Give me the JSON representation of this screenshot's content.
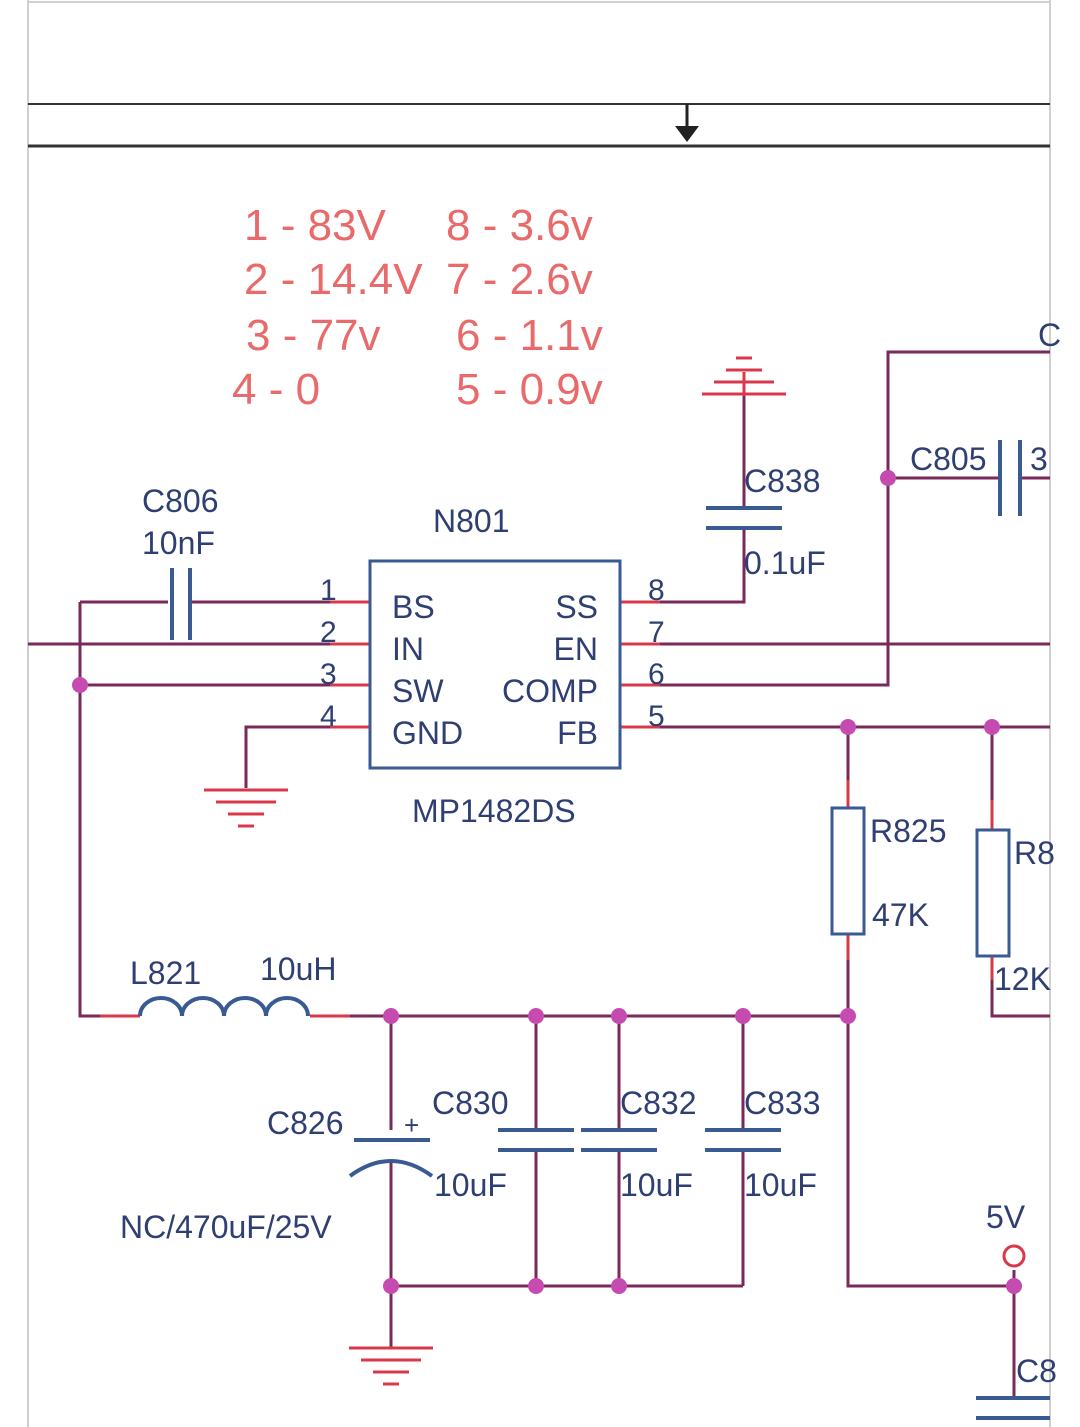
{
  "colors": {
    "wire_purple": "#7a2a5a",
    "wire_red": "#d9384a",
    "component_blue": "#3a5a94",
    "junction": "#c64bb0",
    "label_text": "#2f3f72",
    "note_text": "#e86a6a"
  },
  "voltage_notes": {
    "left": [
      "1 - 83V",
      "2 - 14.4V",
      "3 - 77v",
      "4 - 0"
    ],
    "right": [
      "8 - 3.6v",
      "7 - 2.6v",
      "6 - 1.1v",
      "5 - 0.9v"
    ]
  },
  "ic": {
    "ref": "N801",
    "part": "MP1482DS",
    "left_pins": [
      {
        "num": "1",
        "name": "BS"
      },
      {
        "num": "2",
        "name": "IN"
      },
      {
        "num": "3",
        "name": "SW"
      },
      {
        "num": "4",
        "name": "GND"
      }
    ],
    "right_pins": [
      {
        "num": "8",
        "name": "SS"
      },
      {
        "num": "7",
        "name": "EN"
      },
      {
        "num": "6",
        "name": "COMP"
      },
      {
        "num": "5",
        "name": "FB"
      }
    ]
  },
  "components": {
    "c806": {
      "ref": "C806",
      "value": "10nF"
    },
    "c838": {
      "ref": "C838",
      "value": "0.1uF"
    },
    "c805": {
      "ref": "C805",
      "value_partial": "3"
    },
    "r825": {
      "ref": "R825",
      "value": "47K"
    },
    "r8xx": {
      "ref_partial": "R8",
      "value_partial": "12K"
    },
    "l821": {
      "ref": "L821",
      "value": "10uH"
    },
    "c826": {
      "ref": "C826",
      "value": "NC/470uF/25V",
      "polarity": "+"
    },
    "c830": {
      "ref": "C830",
      "value": "10uF"
    },
    "c832": {
      "ref": "C832",
      "value": "10uF"
    },
    "c833": {
      "ref": "C833",
      "value": "10uF"
    },
    "c8xx": {
      "ref_partial": "C8"
    },
    "top_right_partial": "C"
  },
  "rails": {
    "output": "5V"
  }
}
